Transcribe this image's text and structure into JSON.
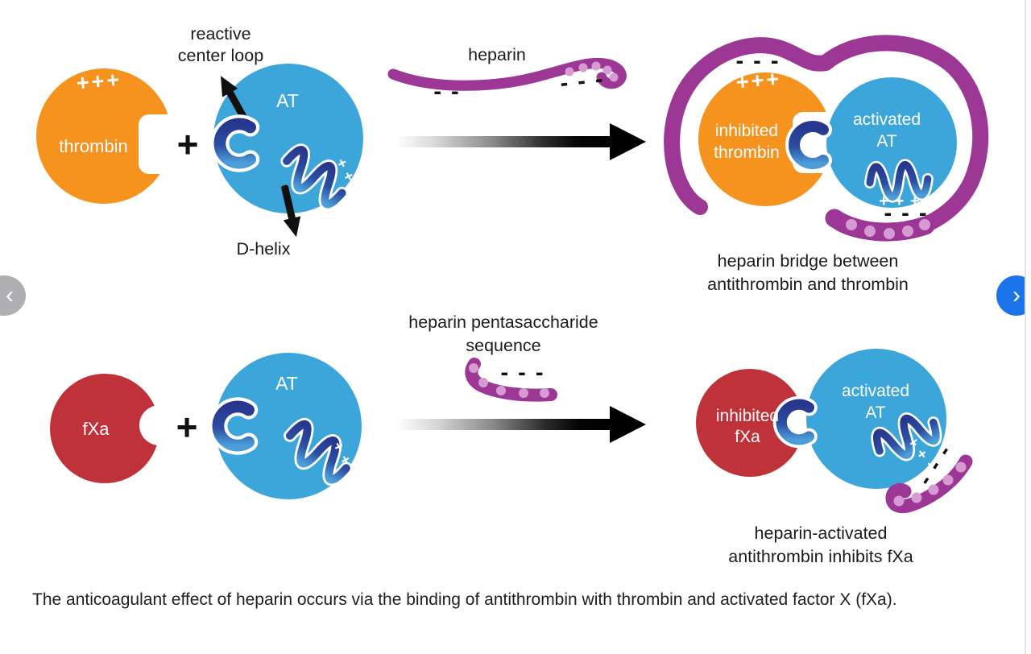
{
  "figure": {
    "labels": {
      "reactive_center_loop": "reactive center loop",
      "heparin": "heparin",
      "d_helix": "D-helix",
      "thrombin": "thrombin",
      "at": "AT",
      "plus": "+",
      "positive_charges": "+++",
      "positive_charges_spaced": "+ + +",
      "negative_charges_2": "- -",
      "negative_charges_3": "- - -",
      "inhibited_thrombin": "inhibited thrombin",
      "activated_at": "activated AT",
      "bridge_caption": "heparin bridge between antithrombin and thrombin",
      "fxa": "fXa",
      "pentasaccharide": "heparin pentasaccharide sequence",
      "inhibited_fxa": "inhibited fXa",
      "fxa_caption": "heparin-activated antithrombin inhibits fXa"
    },
    "caption": "The anticoagulant effect of heparin occurs via the binding of antithrombin with thrombin and activated factor X (fXa).",
    "colors": {
      "thrombin_orange": "#F6921E",
      "antithrombin_blue": "#3CA6DB",
      "fxa_red": "#C0323A",
      "heparin_purple": "#9C3795",
      "heparin_dots": "#D69BD3",
      "ribbon_navy": "#27378D",
      "ribbon_light_blue": "#4C9ED9",
      "arrow_black": "#000000"
    }
  },
  "carousel": {
    "prev_icon": "‹",
    "next_icon": "›",
    "next_color": "#1A73E8",
    "prev_color": "#AFAFB1"
  }
}
